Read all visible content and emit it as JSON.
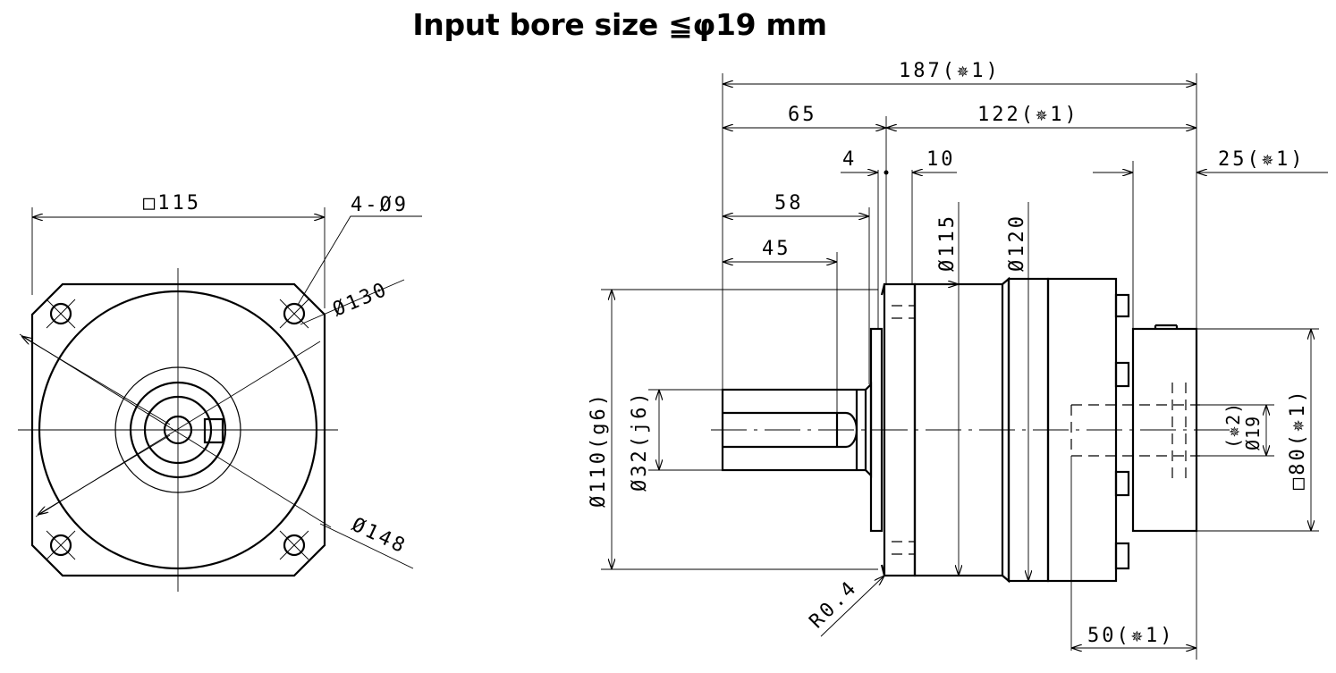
{
  "title": "Input bore size  ≦φ19 mm",
  "front_view": {
    "square_label": "□115",
    "holes_label": "4-Ø9",
    "pcd_label": "Ø130",
    "diag_label": "Ø148"
  },
  "side_view": {
    "overall_label": "187(✵1)",
    "shaft_label": "65",
    "body_label": "122(✵1)",
    "flange_label": "4",
    "spigot_label": "10",
    "adapter_label": "25(✵1)",
    "key_end_label": "58",
    "key_len_label": "45",
    "dia115_label": "Ø115",
    "dia120_label": "Ø120",
    "pilot_label": "Ø110(g6)",
    "shaft_dia_label": "Ø32(j6)",
    "bore_note_label": "(✵2)",
    "bore_label": "Ø19",
    "motor_sq_label": "□80(✵1)",
    "motor_len_label": "50(✵1)",
    "radius_label": "R0.4"
  }
}
